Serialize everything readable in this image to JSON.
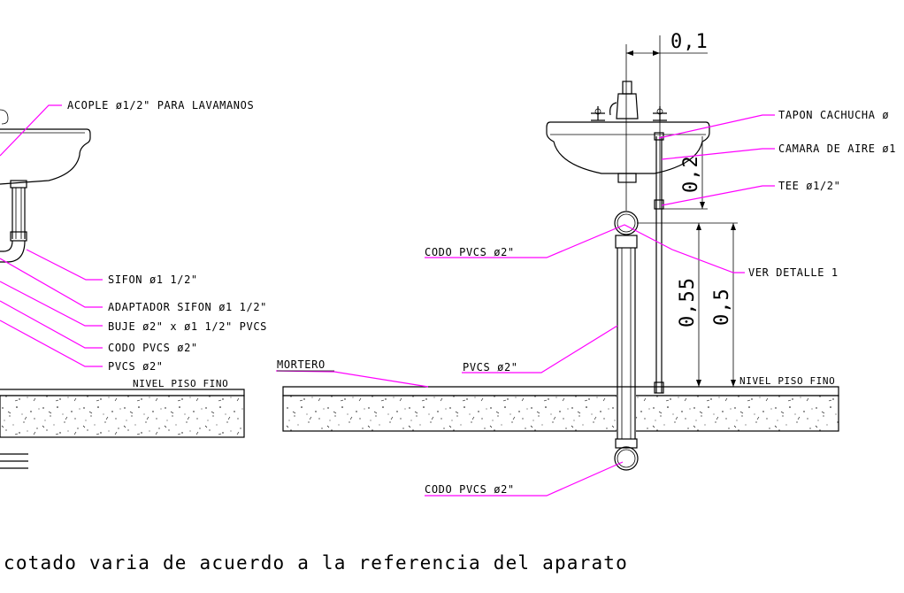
{
  "labels": {
    "acople": "ACOPLE ø1/2\" PARA LAVAMANOS",
    "sifon": "SIFON ø1 1/2\"",
    "adaptador": "ADAPTADOR SIFON ø1 1/2\"",
    "buje": "BUJE ø2\" x ø1 1/2\" PVCS",
    "codo_left": "CODO PVCS ø2\"",
    "pvcs_left": "PVCS ø2\"",
    "nivel_left": "NIVEL PISO FINO",
    "mortero": "MORTERO",
    "codo_top": "CODO PVCS ø2\"",
    "pvcs_mid": "PVCS ø2\"",
    "codo_bottom": "CODO PVCS ø2\"",
    "tapon": "TAPON CACHUCHA ø",
    "camara": "CAMARA DE AIRE ø1",
    "tee": "TEE ø1/2\"",
    "ver_detalle": "VER DETALLE 1",
    "nivel_right": "NIVEL PISO FINO"
  },
  "dimensions": {
    "top": "0,1",
    "tee_height": "0,2",
    "drain_height": "0,55",
    "pipe_height": "0,5"
  },
  "note": "cotado varia de acuerdo a la referencia del aparato",
  "colors": {
    "leader": "#ff00ff",
    "lines": "#000000"
  }
}
